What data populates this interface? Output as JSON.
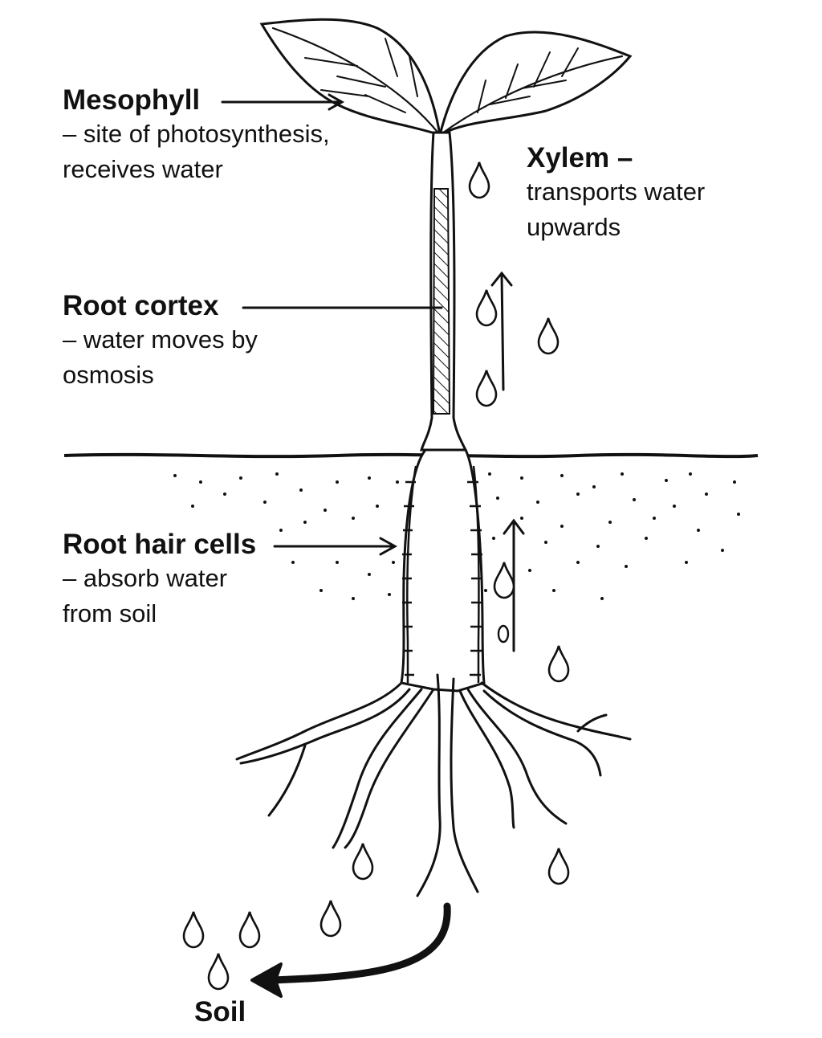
{
  "labels": {
    "mesophyll": {
      "title": "Mesophyll",
      "line1": "– site of photosynthesis,",
      "line2": "receives water"
    },
    "xylem": {
      "title": "Xylem –",
      "line1": "transports water",
      "line2": "upwards"
    },
    "root_cortex": {
      "title": "Root cortex",
      "line1": "– water moves by",
      "line2": "osmosis"
    },
    "root_hair_cells": {
      "title": "Root hair cells",
      "line1": "– absorb water",
      "line2": "from soil"
    },
    "soil": "Soil"
  },
  "colors": {
    "ink": "#111111",
    "background": "#ffffff"
  }
}
